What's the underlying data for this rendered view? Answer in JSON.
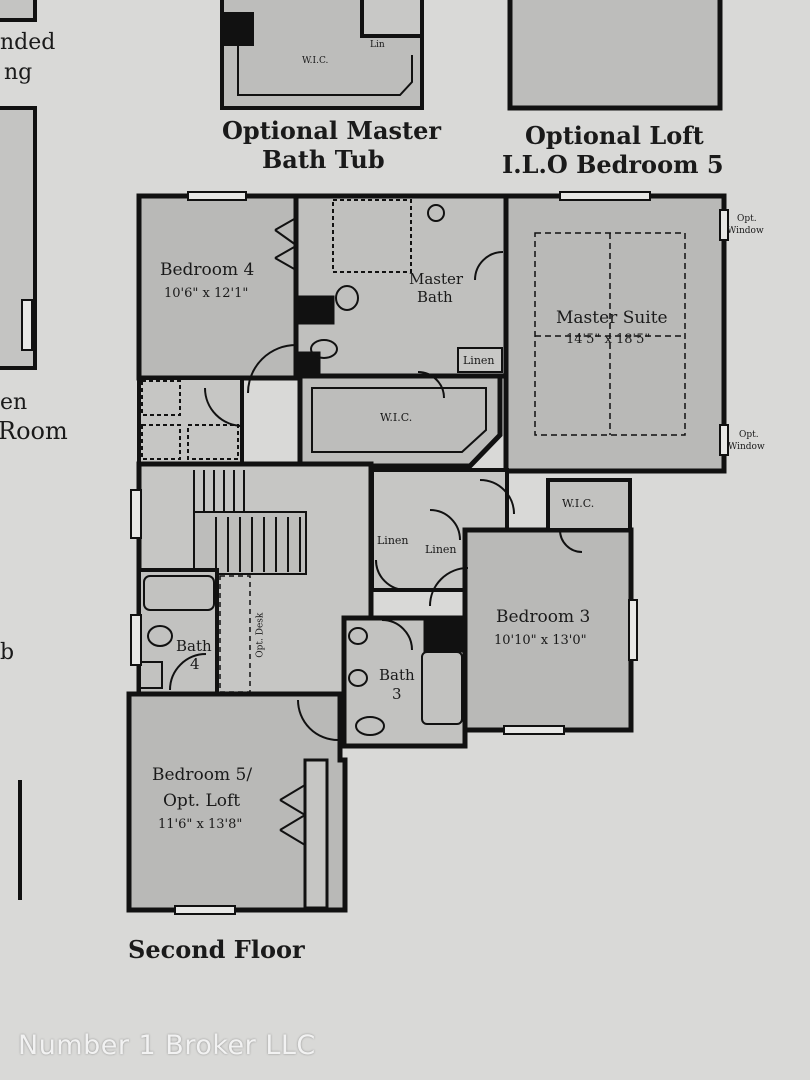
{
  "top_partial": {
    "left_text_1": "nded",
    "left_text_2": "ng",
    "wic_top": "W.I.C.",
    "lin_top": "Lin",
    "left_lower_1": "en",
    "left_lower_2": "Room",
    "left_b": "b"
  },
  "captions": {
    "optional_master_bath_line1": "Optional Master",
    "optional_master_bath_line2": "Bath Tub",
    "optional_loft_line1": "Optional Loft",
    "optional_loft_line2": "I.L.O Bedroom 5"
  },
  "rooms": {
    "bedroom4": {
      "name": "Bedroom 4",
      "dims": "10'6\" x 12'1\""
    },
    "master_bath": {
      "name_line1": "Master",
      "name_line2": "Bath"
    },
    "master_suite": {
      "name": "Master Suite",
      "dims": "14'5\" x 18'5\""
    },
    "master_wic": "W.I.C.",
    "linen_master": "Linen",
    "bedroom3": {
      "name": "Bedroom 3",
      "dims": "10'10\" x 13'0\""
    },
    "bed3_wic": "W.I.C.",
    "linen_a": "Linen",
    "linen_b": "Linen",
    "bath4": {
      "line1": "Bath",
      "line2": "4"
    },
    "bath3": {
      "line1": "Bath",
      "line2": "3"
    },
    "opt_desk": "Opt. Desk",
    "bedroom5": {
      "line1": "Bedroom 5/",
      "line2": "Opt. Loft",
      "dims": "11'6\" x 13'8\""
    }
  },
  "windows": {
    "opt_window_top_1": "Opt.",
    "opt_window_top_2": "Window",
    "opt_window_bot_1": "Opt.",
    "opt_window_bot_2": "Window"
  },
  "floor_title": "Second Floor",
  "watermark": "Number 1 Broker LLC",
  "colors": {
    "paper": "#d9d9d7",
    "room_fill": "#b9b9b7",
    "wall": "#111111"
  }
}
